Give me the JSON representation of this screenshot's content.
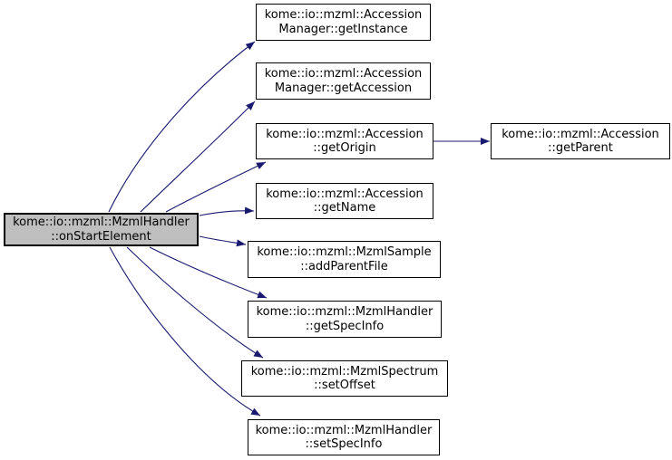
{
  "diagram": {
    "type": "doxygen-call-graph",
    "colors": {
      "background": "#ffffff",
      "edge": "#191970",
      "node_fill": "#ffffff",
      "node_border": "#000000",
      "root_node_fill": "#bfbfbf",
      "text": "#000000"
    },
    "nodes": {
      "root": {
        "line1": "kome::io::mzml::MzmlHandler",
        "line2": "::onStartElement"
      },
      "get_instance": {
        "line1": "kome::io::mzml::Accession",
        "line2": "Manager::getInstance"
      },
      "get_accession": {
        "line1": "kome::io::mzml::Accession",
        "line2": "Manager::getAccession"
      },
      "get_origin": {
        "line1": "kome::io::mzml::Accession",
        "line2": "::getOrigin"
      },
      "get_name": {
        "line1": "kome::io::mzml::Accession",
        "line2": "::getName"
      },
      "add_parent_file": {
        "line1": "kome::io::mzml::MzmlSample",
        "line2": "::addParentFile"
      },
      "get_spec_info": {
        "line1": "kome::io::mzml::MzmlHandler",
        "line2": "::getSpecInfo"
      },
      "set_offset": {
        "line1": "kome::io::mzml::MzmlSpectrum",
        "line2": "::setOffset"
      },
      "set_spec_info": {
        "line1": "kome::io::mzml::MzmlHandler",
        "line2": "::setSpecInfo"
      },
      "get_parent": {
        "line1": "kome::io::mzml::Accession",
        "line2": "::getParent"
      }
    },
    "edges": [
      {
        "from": "root",
        "to": "get_instance"
      },
      {
        "from": "root",
        "to": "get_accession"
      },
      {
        "from": "root",
        "to": "get_origin"
      },
      {
        "from": "root",
        "to": "get_name"
      },
      {
        "from": "root",
        "to": "add_parent_file"
      },
      {
        "from": "root",
        "to": "get_spec_info"
      },
      {
        "from": "root",
        "to": "set_offset"
      },
      {
        "from": "root",
        "to": "set_spec_info"
      },
      {
        "from": "get_origin",
        "to": "get_parent"
      }
    ]
  }
}
